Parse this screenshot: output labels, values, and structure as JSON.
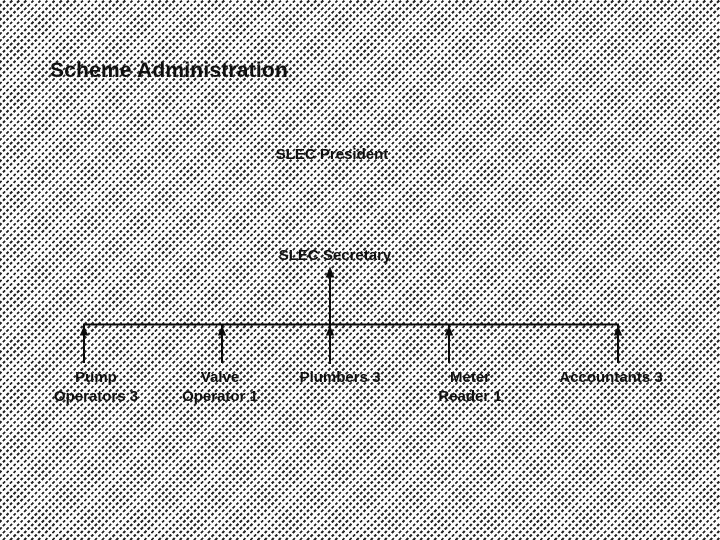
{
  "slide": {
    "title": "Scheme Administration"
  },
  "org": {
    "president": "SLEC President",
    "secretary": "SLEC Secretary",
    "staff": [
      {
        "label": "Pump Operators 3",
        "lines": [
          "Pump",
          "Operators 3"
        ]
      },
      {
        "label": "Valve Operator 1",
        "lines": [
          "Valve",
          "Operator 1"
        ]
      },
      {
        "label": "Plumbers 3",
        "lines": [
          "Plumbers 3"
        ]
      },
      {
        "label": "Meter Reader 1",
        "lines": [
          "Meter",
          "Reader 1"
        ]
      },
      {
        "label": "Accountants 3",
        "lines": [
          "Accountants 3"
        ]
      }
    ]
  },
  "colors": {
    "ink": "#111111",
    "connector": "#0a0a0a",
    "texture_dash": "#242424",
    "texture_base": "#fcfcfc"
  }
}
